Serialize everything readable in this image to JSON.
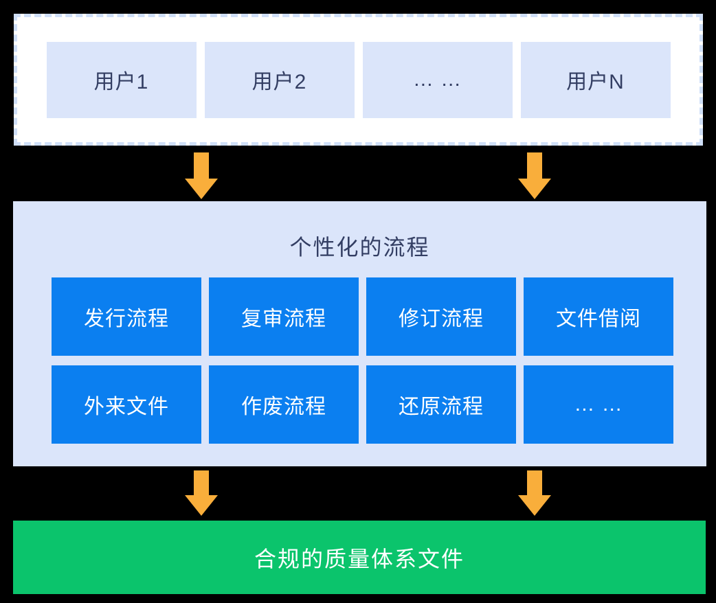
{
  "colors": {
    "page_bg": "#000000",
    "panel_white": "#ffffff",
    "dashed_border": "#cfdff8",
    "light_blue": "#dbe5fa",
    "navy_text": "#333e63",
    "process_blue": "#0b7ff0",
    "arrow_orange": "#f9ae3b",
    "result_green": "#0bc46c",
    "white_text": "#ffffff"
  },
  "users_panel": {
    "items": [
      "用户1",
      "用户2",
      "… …",
      "用户N"
    ]
  },
  "arrows": {
    "direction": "down",
    "count": 4
  },
  "process_panel": {
    "title": "个性化的流程",
    "items": [
      "发行流程",
      "复审流程",
      "修订流程",
      "文件借阅",
      "外来文件",
      "作废流程",
      "还原流程",
      "… …"
    ]
  },
  "result_bar": {
    "label": "合规的质量体系文件"
  }
}
